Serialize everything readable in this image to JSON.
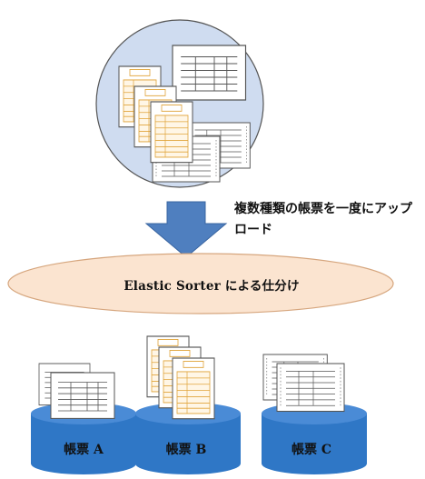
{
  "colors": {
    "circle_fill": "#cfdcf0",
    "arrow_fill": "#4f7fbf",
    "ellipse_fill": "#fbe4d0",
    "ellipse_stroke": "#d6a67e",
    "db_fill": "#2f77c6",
    "form_line": "#e0a43a",
    "table_line": "#555555"
  },
  "caption": "複数種類の帳票を一度にアップロード",
  "process": "Elastic Sorter による仕分け",
  "databases": [
    {
      "label": "帳票 A"
    },
    {
      "label": "帳票 B"
    },
    {
      "label": "帳票 C"
    }
  ]
}
